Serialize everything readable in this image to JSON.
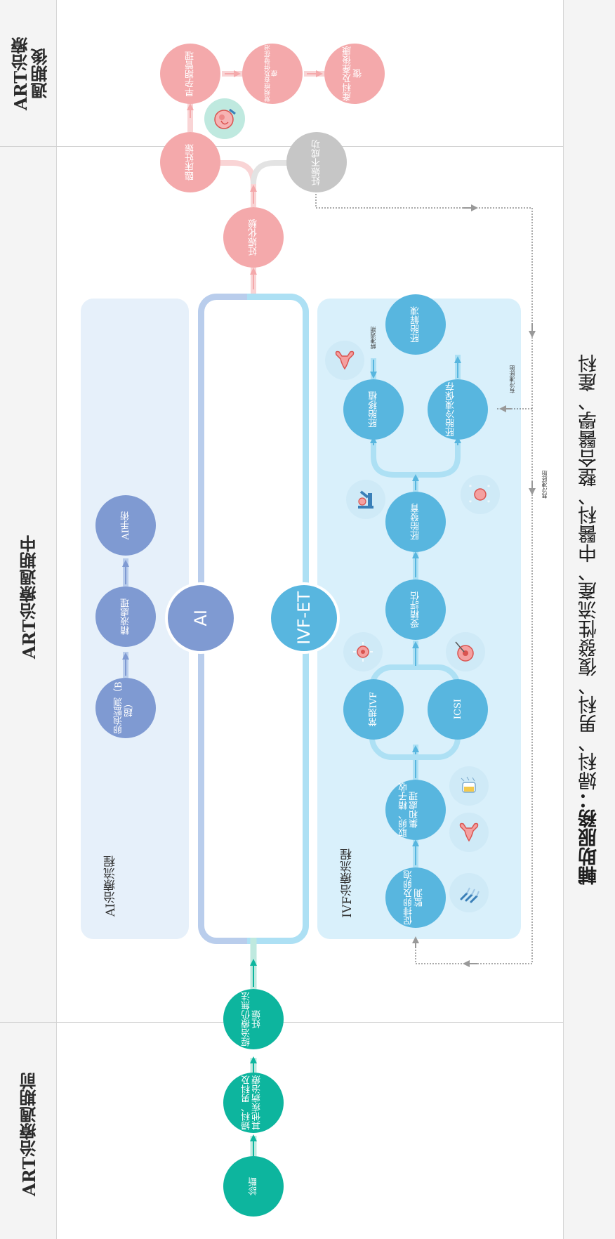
{
  "stages": {
    "pre": "ART治療週期前",
    "during": "ART治療週期中",
    "post_line1": "ART治療",
    "post_line2": "週期後"
  },
  "pre_nodes": {
    "diagnosis": "診斷",
    "treatment": "婦科、男科及其他疾病治療",
    "after_treatment": "經治療仍無法妊娠"
  },
  "ai_flow": {
    "title": "AI治療流程",
    "follicle_monitoring": "卵泡監測（B超）",
    "semen_processing": "精液處理",
    "ai_surgery": "AI手術",
    "hub": "AI"
  },
  "ivf_flow": {
    "title": "IVF治療流程",
    "hub": "IVF-ET",
    "ovulation": "促排卵及卵泡監測",
    "retrieval": "取卵、精子收集和處理",
    "conventional_ivf": "常規IVF",
    "icsi": "ICSI",
    "fertilization": "受精評估",
    "embryo_culture": "胚胎發育",
    "transfer": "胚胎移植",
    "freezing": "胚胎冷凍保存",
    "thawing": "胚胎解凍",
    "note_thaw": "解凍週期",
    "note_frozen_yes": "有冷凍胚胎",
    "note_frozen_no": "無冷凍胚胎"
  },
  "outcomes": {
    "pregnancy_test": "妊娠化驗",
    "clinical_pregnancy": "臨床妊娠",
    "failed": "妊娠不成功",
    "early_pregnancy": "早孕期管理",
    "routine_checks": "常規檢查及併發症治療",
    "obstetrics": "產科及產後康復"
  },
  "footer": {
    "label": "輔助服務：",
    "services": "婦科、男科、復發性流產、中醫科、整合醫學、產科"
  },
  "colors": {
    "pre": "#0db59e",
    "ai": "#7f9ad2",
    "ivf": "#58b6df",
    "pregnancy": "#f4a9ab",
    "failed": "#c6c6c6"
  }
}
